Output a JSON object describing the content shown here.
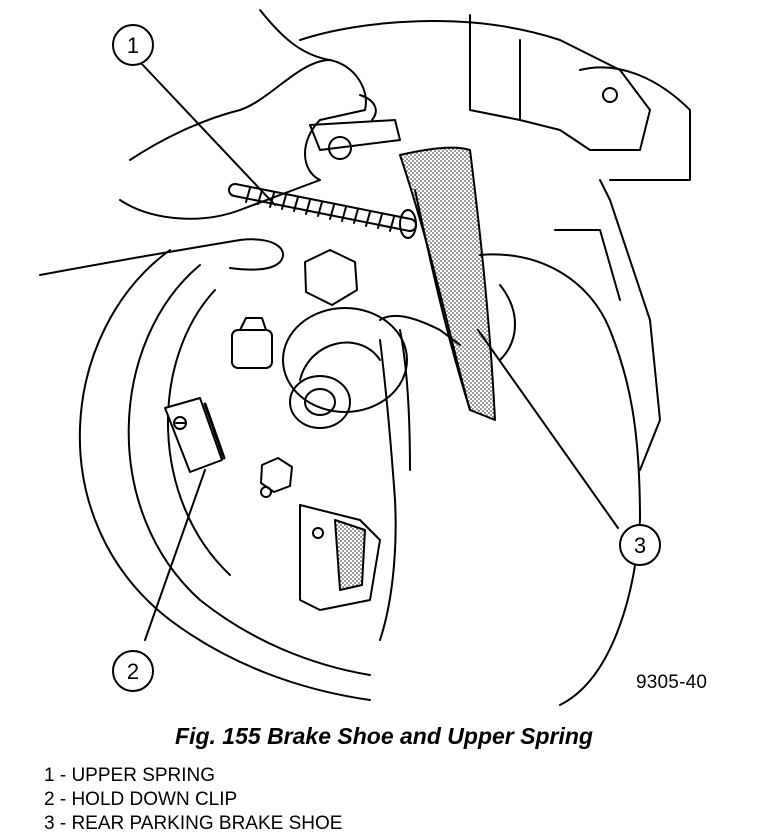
{
  "figure": {
    "code": "9305-40",
    "caption": "Fig. 155 Brake Shoe and Upper Spring"
  },
  "callouts": [
    {
      "number": "1"
    },
    {
      "number": "2"
    },
    {
      "number": "3"
    }
  ],
  "legend": [
    {
      "text": "1 - UPPER SPRING"
    },
    {
      "text": "2 - HOLD DOWN CLIP"
    },
    {
      "text": "3 - REAR PARKING BRAKE SHOE"
    }
  ],
  "colors": {
    "line": "#000000",
    "shading": "#b8b8b8",
    "background": "#ffffff"
  }
}
